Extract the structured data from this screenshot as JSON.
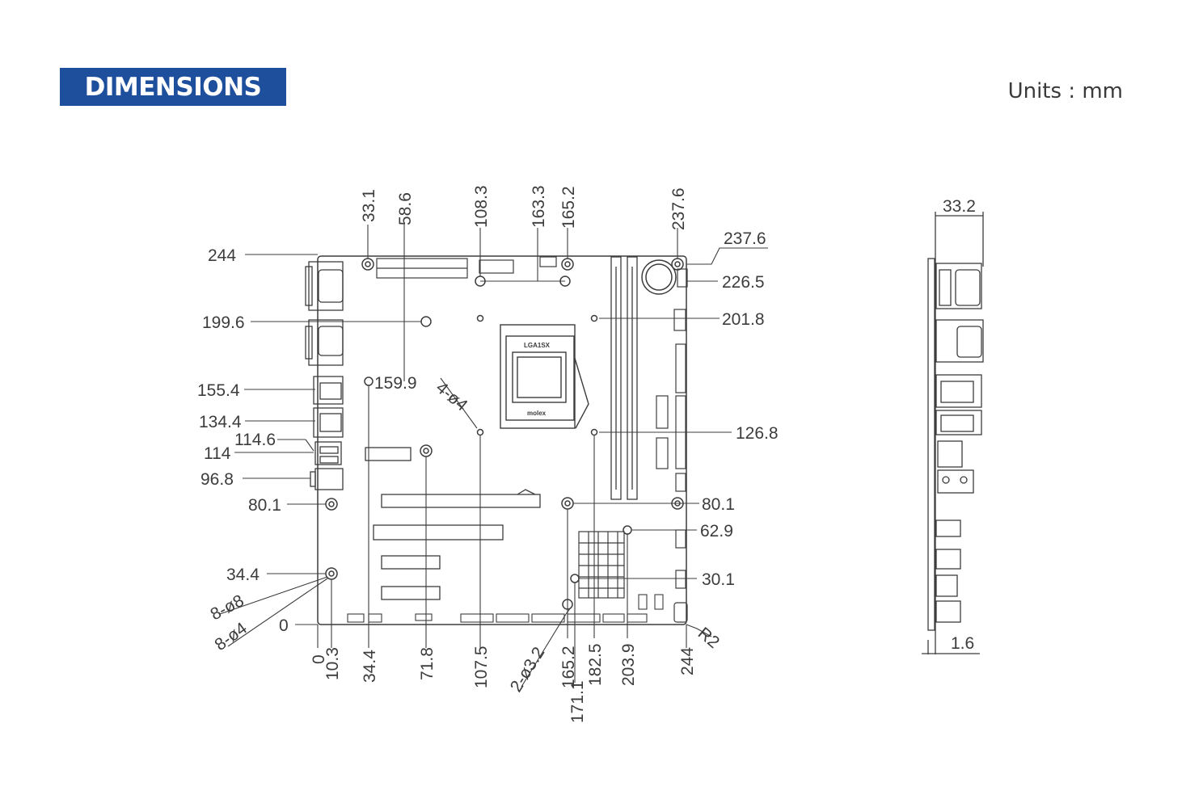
{
  "header": {
    "title": "DIMENSIONS",
    "units_label": "Units : mm",
    "title_bg_color": "#1d4f9c"
  },
  "top_view": {
    "dims_top": [
      "33.1",
      "58.6",
      "108.3",
      "163.3",
      "165.2",
      "237.6"
    ],
    "dims_bottom": [
      "0",
      "10.3",
      "34.4",
      "71.8",
      "107.5",
      "165.2",
      "171.1",
      "182.5",
      "203.9",
      "244"
    ],
    "dims_left": [
      "244",
      "199.6",
      "155.4",
      "134.4",
      "114.6",
      "114",
      "96.8",
      "80.1",
      "34.4",
      "0"
    ],
    "dims_right": [
      "237.6",
      "226.5",
      "201.8",
      "126.8",
      "80.1",
      "62.9",
      "30.1"
    ],
    "inner_label": "159.9",
    "hole_callout_small": "4-ø4",
    "hole_callout_large": "8-ø8",
    "hole_callout_medium": "8-ø4",
    "hole_callout_heatsink": "2-ø3.2",
    "corner_radius_label": "R2",
    "socket_label": "LGA1SX",
    "socket_brand": "molex"
  },
  "side_view": {
    "height_dim": "33.2",
    "pcb_thickness_dim": "1.6"
  }
}
